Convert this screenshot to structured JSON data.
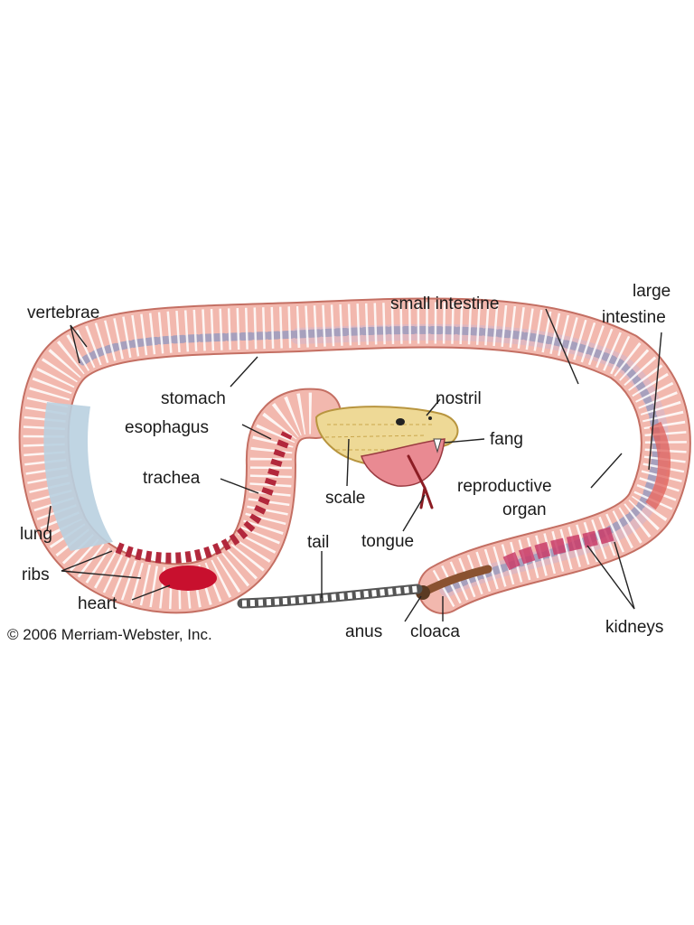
{
  "diagram": {
    "labels": {
      "vertebrae": "vertebrae",
      "stomach": "stomach",
      "esophagus": "esophagus",
      "trachea": "trachea",
      "lung": "lung",
      "ribs": "ribs",
      "heart": "heart",
      "small_intestine": "small intestine",
      "large_intestine_1": "large",
      "large_intestine_2": "intestine",
      "nostril": "nostril",
      "fang": "fang",
      "scale": "scale",
      "tongue": "tongue",
      "reproductive_organ_1": "reproductive",
      "reproductive_organ_2": "organ",
      "tail": "tail",
      "anus": "anus",
      "cloaca": "cloaca",
      "kidneys": "kidneys"
    },
    "copyright": "© 2006 Merriam-Webster, Inc."
  },
  "colors": {
    "body": "#f2b8ae",
    "body_outline": "#c46f63",
    "rib": "#ffffff",
    "spine": "#a7a0bd",
    "lung": "#b9d0e0",
    "heart": "#c8102e",
    "trachea": "#b2283c",
    "kidneys": "#c93d6a",
    "head": "#eed996",
    "tongue": "#8c1d24",
    "cloaca": "#8a5230"
  }
}
